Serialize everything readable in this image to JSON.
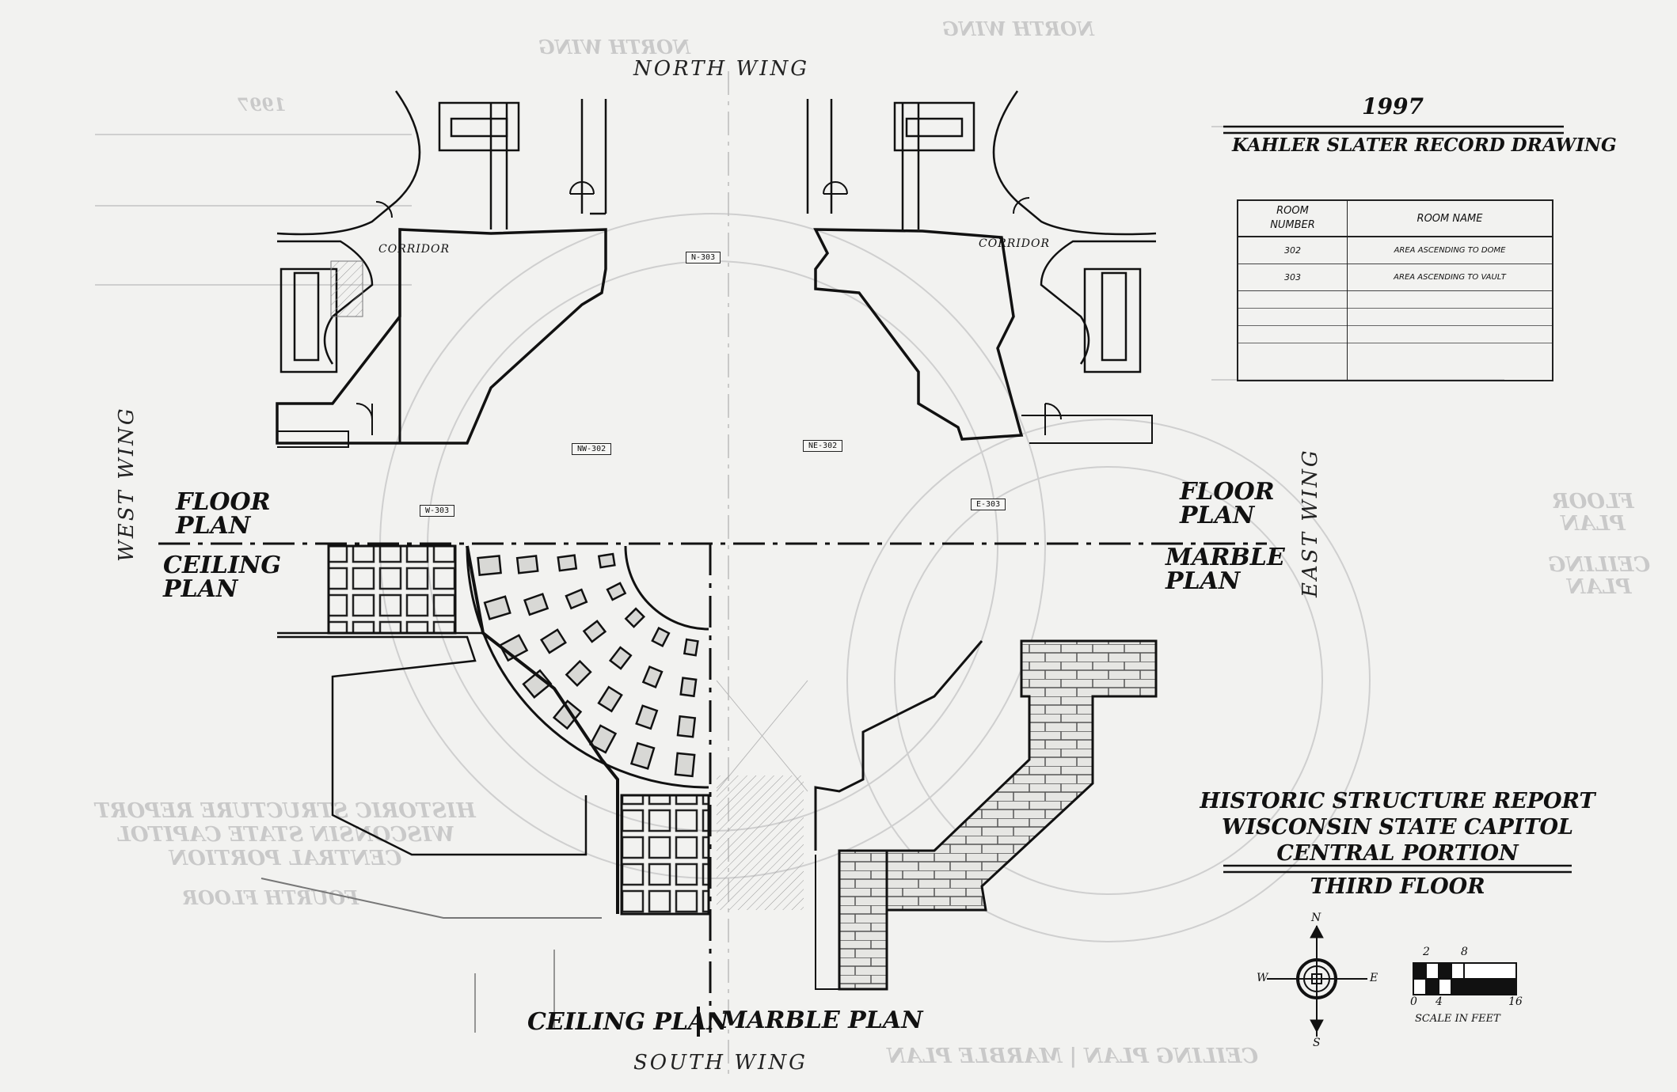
{
  "wings": {
    "north": "NORTH WING",
    "south": "SOUTH WING",
    "west": "WEST WING",
    "east": "EAST WING"
  },
  "title_block": {
    "year": "1997",
    "drawing_title": "KAHLER SLATER RECORD DRAWING",
    "report_lines": [
      "HISTORIC STRUCTURE REPORT",
      "WISCONSIN STATE CAPITOL",
      "CENTRAL PORTION"
    ],
    "floor": "THIRD FLOOR"
  },
  "room_table": {
    "headers": [
      "ROOM\nNUMBER",
      "ROOM NAME"
    ],
    "rows": [
      {
        "number": "302",
        "name": "AREA ASCENDING TO DOME"
      },
      {
        "number": "303",
        "name": "AREA ASCENDING TO VAULT"
      }
    ]
  },
  "plan_labels": {
    "floor_plan_left": "FLOOR\nPLAN",
    "ceiling_plan_left": "CEILING\nPLAN",
    "floor_plan_right": "FLOOR\nPLAN",
    "marble_plan_right": "MARBLE\nPLAN",
    "ceiling_plan_bottom": "CEILING PLAN",
    "marble_plan_bottom": "MARBLE PLAN",
    "corridor_left": "CORRIDOR",
    "corridor_right": "CORRIDOR"
  },
  "room_tags": {
    "n303": "N-303",
    "nw302": "NW-302",
    "ne302": "NE-302",
    "w303": "W-303",
    "e303": "E-303"
  },
  "compass": {
    "n": "N",
    "s": "S",
    "e": "E",
    "w": "W"
  },
  "scale": {
    "top_ticks": [
      "2",
      "8"
    ],
    "bottom_ticks": [
      "0",
      "4",
      "16"
    ],
    "label": "SCALE IN FEET"
  }
}
